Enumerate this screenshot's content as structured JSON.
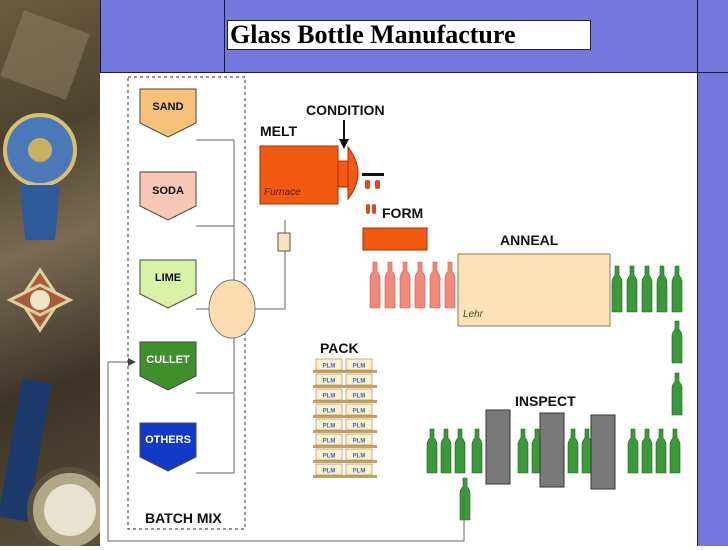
{
  "slide": {
    "title": "Glass Bottle Manufacture"
  },
  "diagram": {
    "ingredients": [
      {
        "label": "SAND",
        "color": "#f6c27a"
      },
      {
        "label": "SODA",
        "color": "#f8c7b8"
      },
      {
        "label": "LIME",
        "color": "#d9f3a6"
      },
      {
        "label": "CULLET",
        "color": "#3f8f2a"
      },
      {
        "label": "OTHERS",
        "color": "#1238c8"
      }
    ],
    "batch_mix_label": "BATCH MIX",
    "melt_label": "MELT",
    "furnace_label": "Furnace",
    "condition_label": "CONDITION",
    "form_label": "FORM",
    "anneal_label": "ANNEAL",
    "lehr_label": "Lehr",
    "pack_label": "PACK",
    "pack_box_text": "PLM",
    "inspect_label": "INSPECT",
    "colors": {
      "furnace": "#f25a12",
      "lehr": "#fbe2b8",
      "mixer": "#fbdcb0",
      "bottle_green": "#3a9a3a",
      "bottle_hot": "#f08a7a",
      "inspect_gate": "#7a7a7a",
      "slide_band": "#7478dc"
    }
  }
}
